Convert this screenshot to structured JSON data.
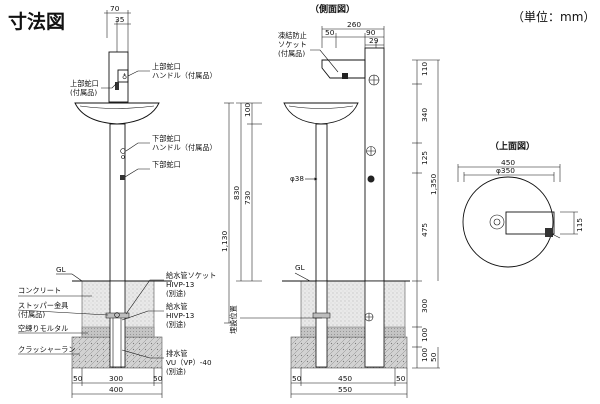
{
  "title": "寸法図",
  "unit_note": "（単位：mm）",
  "side_view_title": "（側面図）",
  "top_view_title": "（上面図）",
  "front_labels": {
    "upper_spout": "上部蛇口",
    "upper_spout_sub": "(付属品)",
    "upper_spout_handle": "上部蛇口",
    "upper_spout_handle_sub": "ハンドル（付属品）",
    "lower_spout_handle": "下部蛇口",
    "lower_spout_handle_sub": "ハンドル（付属品）",
    "lower_spout": "下部蛇口",
    "gl": "GL",
    "concrete": "コンクリート",
    "stopper": "ストッパー金具",
    "stopper_sub": "(付属品)",
    "mortar": "空練りモルタル",
    "crusher_run": "クラッシャーラン",
    "supply_socket": "給水管ソケット",
    "supply_socket_spec": "HIVP-13",
    "supply_socket_sub": "(別途)",
    "supply_pipe": "給水管",
    "supply_pipe_spec": "HIVP-13",
    "supply_pipe_sub": "(別途)",
    "drain_pipe": "排水管",
    "drain_pipe_spec": "VU（VP）-40",
    "drain_pipe_sub": "(別途)"
  },
  "side_labels": {
    "antifreeze": "凍結防止",
    "antifreeze_2": "ソケット",
    "antifreeze_sub": "(付属品)",
    "gl": "GL",
    "phi38": "φ38",
    "aquarium": "埋設位置"
  },
  "dims": {
    "front_top_70": "70",
    "front_top_35": "35",
    "front_bottom_50a": "50",
    "front_bottom_300": "300",
    "front_bottom_50b": "50",
    "front_bottom_400": "400",
    "left_1130": "1,130",
    "left_830": "830",
    "left_730": "730",
    "left_100": "100",
    "side_top_260": "260",
    "side_top_50": "50",
    "side_top_90": "90",
    "side_top_29": "29",
    "side_bottom_50a": "50",
    "side_bottom_450": "450",
    "side_bottom_50b": "50",
    "side_bottom_550": "550",
    "right_110": "110",
    "right_340": "340",
    "right_125": "125",
    "right_475": "475",
    "right_1350": "1,350",
    "right_300": "300",
    "right_100a": "100",
    "right_100b": "100",
    "right_50": "50",
    "top_450": "450",
    "top_phi350": "φ350",
    "top_115": "115"
  }
}
